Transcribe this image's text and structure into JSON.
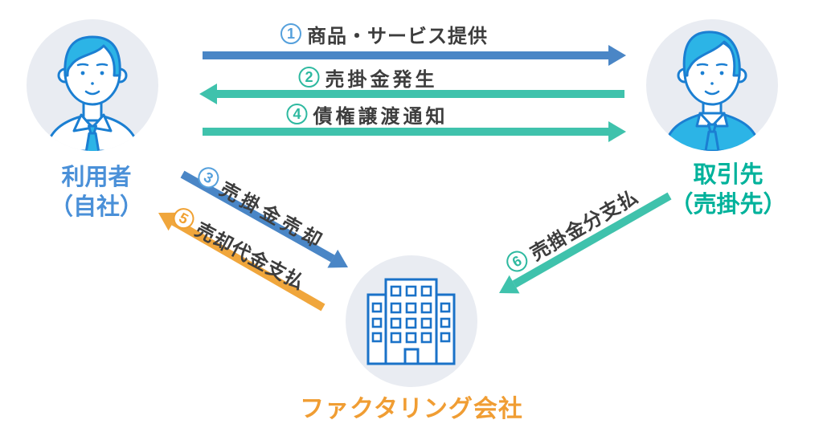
{
  "actors": {
    "user": {
      "name_line1": "利用者",
      "name_line2": "（自社）"
    },
    "partner": {
      "name_line1": "取引先",
      "name_line2": "（売掛先）"
    },
    "factoring": {
      "name": "ファクタリング会社"
    }
  },
  "flows": {
    "f1": {
      "num": "1",
      "label": "商品・サービス提供"
    },
    "f2": {
      "num": "2",
      "label": "売掛金発生"
    },
    "f3": {
      "num": "3",
      "label": "売掛金売却"
    },
    "f4": {
      "num": "4",
      "label": "債権譲渡通知"
    },
    "f5": {
      "num": "5",
      "label": "売却代金支払"
    },
    "f6": {
      "num": "6",
      "label": "売掛金分支払"
    }
  },
  "colors": {
    "arrow_blue": "#4a86c6",
    "arrow_teal": "#3fc2ac",
    "arrow_orange": "#f0a63c",
    "number_blue": "#55a0dc",
    "number_teal": "#2eb9a0",
    "number_orange": "#f0a132",
    "text_dark": "#3d3d3d",
    "label_user_blue": "#4a90d8",
    "label_partner_teal": "#00b29b",
    "label_factoring_orange": "#f09d33",
    "illustration_line_blue": "#1b7fd2",
    "illustration_cyan": "#2cb4e6",
    "building_blue": "#1a72c8",
    "circle_bg": "#e9ecf2"
  }
}
